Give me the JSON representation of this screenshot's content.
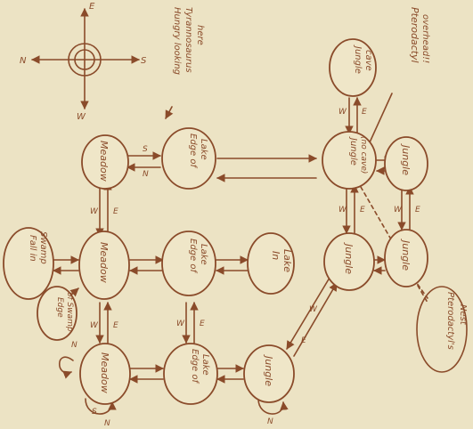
{
  "compass": {
    "north": "N",
    "south": "S",
    "east": "E",
    "west": "W"
  },
  "notes": {
    "tyrannosaurus": [
      "Hungry looking",
      "Tyrannosaurus",
      "here"
    ],
    "pterodactyl": [
      "Pterodactyl",
      "overhead!!"
    ],
    "nest": [
      "Pterodactyl's",
      "Nest"
    ]
  },
  "nodes": {
    "meadow_top": "Meadow",
    "edge_of_lake_top": [
      "Edge of",
      "Lake"
    ],
    "jungle_center": [
      "Jungle",
      "(no cave)"
    ],
    "jungle_cave": [
      "Jungle",
      "cave"
    ],
    "jungle_right": "Jungle",
    "fall_in_swamp": [
      "Fall in",
      "Swamp"
    ],
    "meadow_mid": "Meadow",
    "edge_of_lake_mid": [
      "Edge of",
      "Lake"
    ],
    "in_lake": [
      "In",
      "Lake"
    ],
    "jungle_mid": "Jungle",
    "jungle_mid_right": "Jungle",
    "edge_of_swamp": [
      "Edge",
      "of Swamp"
    ],
    "meadow_bottom": "Meadow",
    "edge_of_lake_bottom": [
      "Edge of",
      "Lake"
    ],
    "jungle_bottom": "Jungle"
  },
  "edge_labels": {
    "n": "N",
    "s": "S",
    "e": "E",
    "w": "W"
  }
}
